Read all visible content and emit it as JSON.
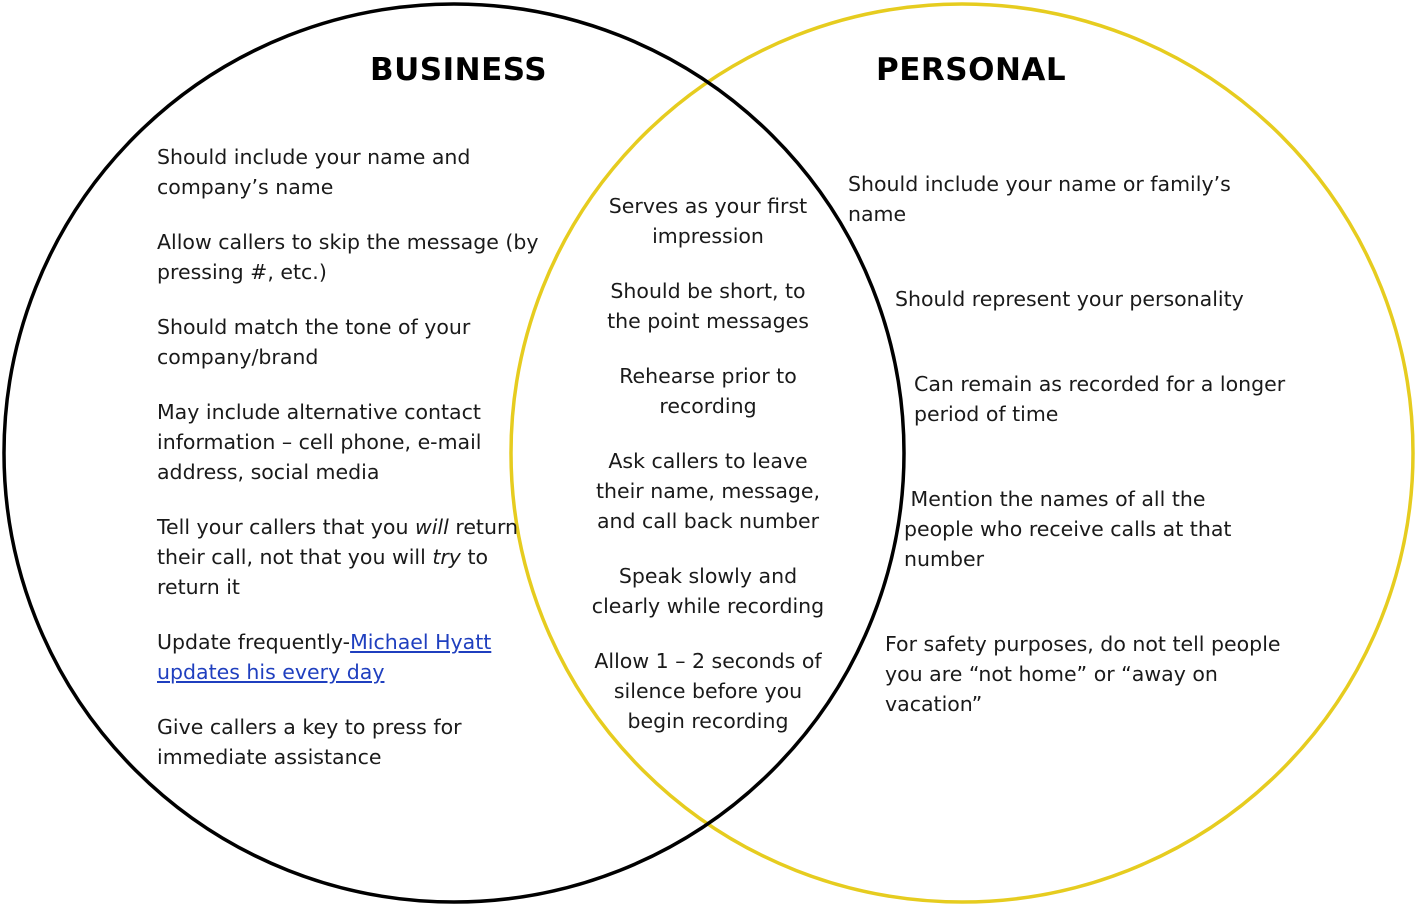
{
  "diagram": {
    "type": "venn",
    "colors": {
      "business_circle": "#000000",
      "personal_circle": "#e6cc1f",
      "text": "#1a1a1a",
      "link": "#1f3fbf",
      "background": "#ffffff"
    },
    "business": {
      "title": "BUSINESS",
      "items": [
        {
          "lines": [
            "Should include your name and",
            "company’s name"
          ]
        },
        {
          "lines": [
            "Allow callers to skip the message (by",
            "pressing #, etc.)"
          ]
        },
        {
          "lines": [
            "Should match the tone of your",
            "company/brand"
          ]
        },
        {
          "lines": [
            "May include alternative contact",
            "information – cell phone, e-mail",
            "address, social media"
          ]
        },
        {
          "l1_a": "Tell your callers that you ",
          "l1_em": "will",
          "l1_b": " return",
          "l2_a": "their call, not that you will ",
          "l2_em": "try",
          "l2_b": " to",
          "l3": "return it"
        },
        {
          "prefix": "Update frequently-",
          "link_line1": "Michael Hyatt",
          "link_line2": "updates his every day"
        },
        {
          "lines": [
            "Give callers a key to press for",
            "immediate assistance"
          ]
        }
      ]
    },
    "shared": {
      "items": [
        {
          "lines": [
            "Serves as your first",
            "impression"
          ]
        },
        {
          "lines": [
            "Should be short, to",
            "the point messages"
          ]
        },
        {
          "lines": [
            "Rehearse prior to",
            "recording"
          ]
        },
        {
          "lines": [
            "Ask callers to leave",
            "their name, message,",
            "and call back number"
          ]
        },
        {
          "lines": [
            "Speak slowly and",
            "clearly while recording"
          ]
        },
        {
          "lines": [
            "Allow 1 – 2 seconds of",
            "silence before you",
            "begin recording"
          ]
        }
      ]
    },
    "personal": {
      "title": "PERSONAL",
      "items": [
        {
          "lines": [
            "Should include your name or family’s",
            "name"
          ]
        },
        {
          "lines": [
            "Should represent your personality"
          ]
        },
        {
          "lines": [
            "Can remain as recorded for a longer",
            "period of time"
          ]
        },
        {
          "lines": [
            " Mention the names of all the",
            "people who receive calls at that",
            "number"
          ]
        },
        {
          "lines": [
            "For safety purposes, do not tell people",
            "you are “not home” or “away on",
            "vacation”"
          ]
        }
      ]
    }
  }
}
